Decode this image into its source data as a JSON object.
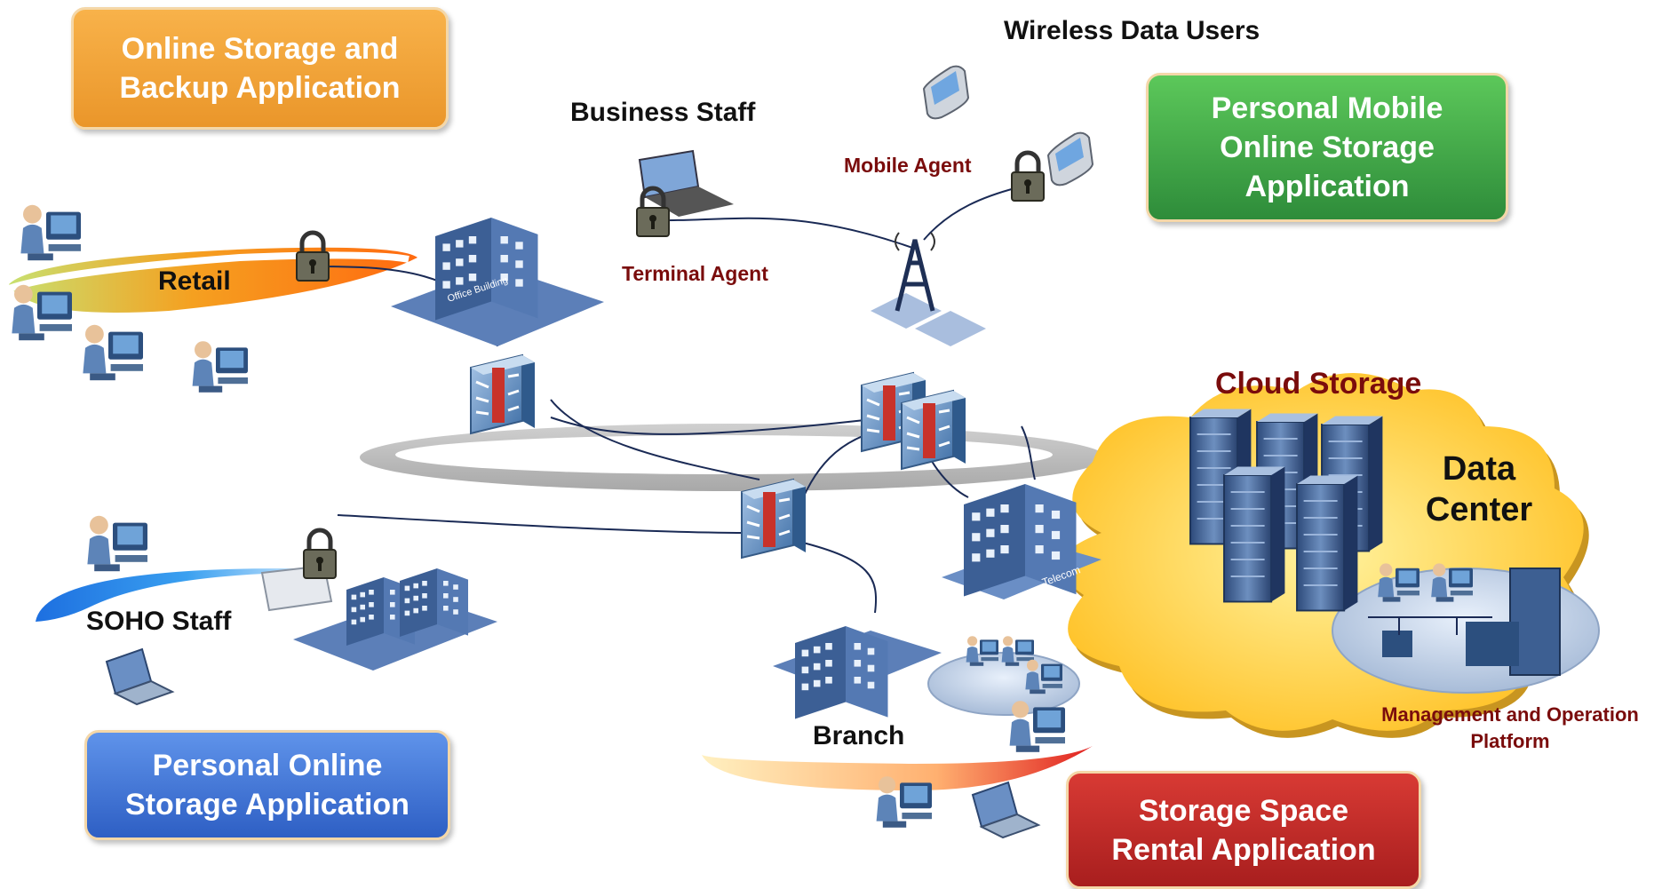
{
  "boxes": {
    "online_backup": "Online Storage and\nBackup Application",
    "personal_mobile": "Personal Mobile\nOnline  Storage\nApplication",
    "personal_online": "Personal Online\nStorage Application",
    "rental": "Storage Space\nRental Application"
  },
  "labels": {
    "wireless_users": "Wireless Data Users",
    "business_staff": "Business Staff",
    "mobile_agent": "Mobile Agent",
    "terminal_agent": "Terminal Agent",
    "retail": "Retail",
    "cloud_storage": "Cloud Storage",
    "data_center": "Data\nCenter",
    "soho_staff": "SOHO Staff",
    "branch": "Branch",
    "mgmt_platform": "Management and Operation\nPlatform",
    "office_building": "Office Building",
    "telecom": "Telecom"
  },
  "colors": {
    "orange_box": "#f0a53a",
    "green_box": "#3fae4a",
    "blue_box": "#3f74d8",
    "red_box": "#c42b2b",
    "label_red": "#7a0c0c",
    "cloud": "#ffcc44"
  }
}
